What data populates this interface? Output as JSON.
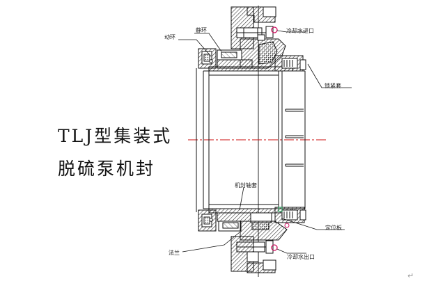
{
  "title": {
    "line1": "TLJ型集装式",
    "line2": "脱硫泵机封"
  },
  "labels": {
    "dynamic_ring": "动环",
    "static_ring": "静环",
    "cooling_water_inlet": "冷却水进口",
    "locking_sleeve": "锁紧套",
    "seal_shaft_sleeve": "机封轴套",
    "positioning_plate": "定位板",
    "flange": "法兰",
    "cooling_water_outlet": "冷却水出口"
  },
  "paragraph_mark": "↵",
  "colors": {
    "centerline": "#cc1111",
    "outline": "#111111",
    "hatch": "#222222",
    "cooling_mark": "#d01060",
    "positioning_mark": "#2a9a5a"
  }
}
